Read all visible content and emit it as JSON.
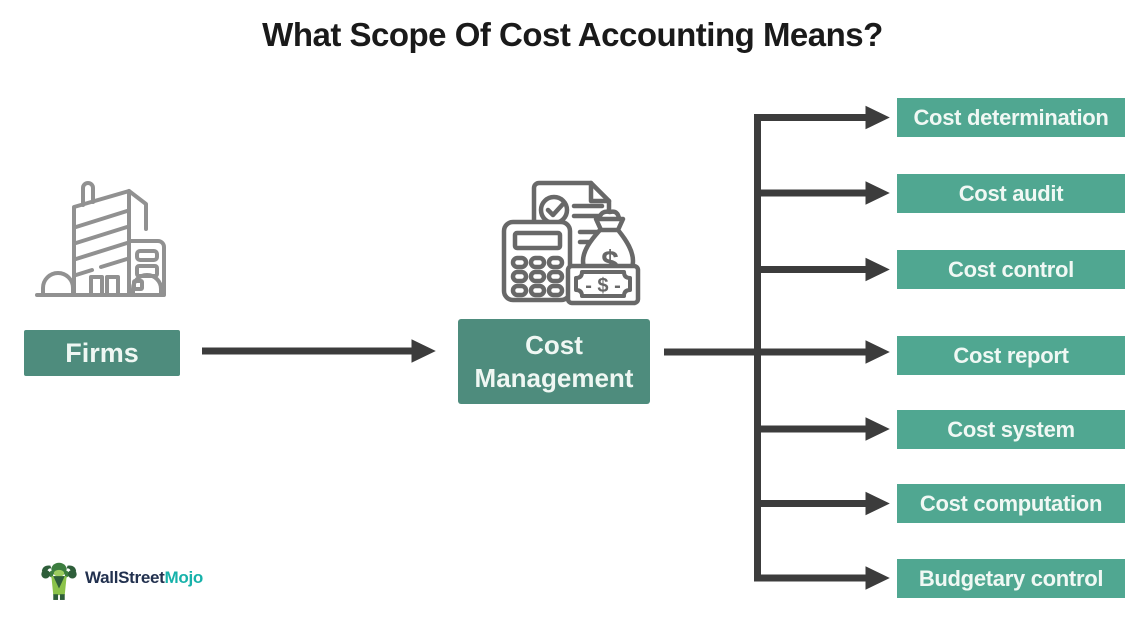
{
  "title": "What Scope Of Cost Accounting Means?",
  "nodes": {
    "firms": "Firms",
    "cost_management": "Cost Management"
  },
  "scope_items": [
    "Cost determination",
    "Cost audit",
    "Cost control",
    "Cost report",
    "Cost system",
    "Cost computation",
    "Budgetary control"
  ],
  "logo": {
    "brand_primary": "WallStreet",
    "brand_secondary": "Mojo"
  },
  "icons": {
    "firms": "building-icon",
    "cost_management": "cost-accounting-icon",
    "logo": "bull-mascot-icon"
  },
  "colors": {
    "node_green_dark": "#4E8C7D",
    "node_green": "#50A791",
    "arrow_gray": "#3C3C3C",
    "title_text": "#1A1A1A",
    "building_icon_gray": "#919191",
    "cost_icon_gray": "#686868",
    "logo_navy": "#22314F",
    "logo_teal": "#17B2AA"
  }
}
